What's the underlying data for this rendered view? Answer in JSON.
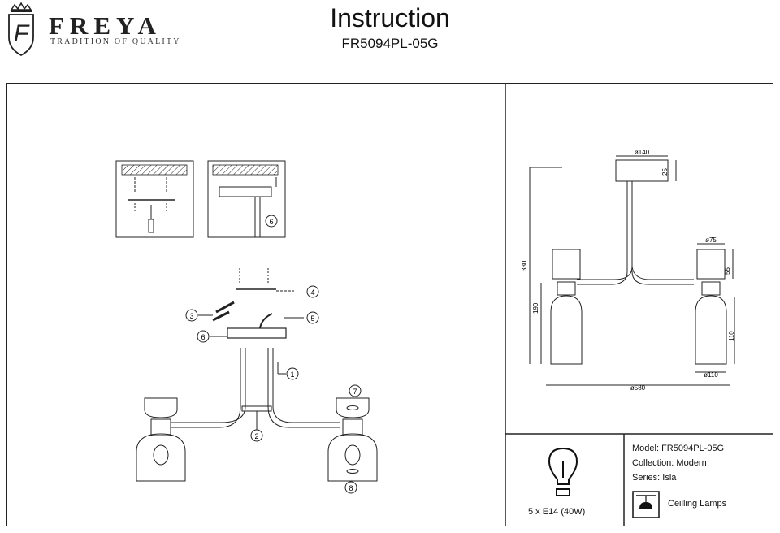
{
  "brand": {
    "name": "FREYA",
    "tagline": "TRADITION OF QUALITY",
    "logo_letter": "F"
  },
  "header": {
    "title": "Instruction",
    "model": "FR5094PL-05G"
  },
  "diagram": {
    "callouts": [
      "1",
      "2",
      "3",
      "4",
      "5",
      "6",
      "7",
      "8"
    ]
  },
  "dimensions": {
    "canopy_diameter": "ø140",
    "canopy_height": "25",
    "overall_height": "330",
    "arm_height": "190",
    "cup_diameter": "ø75",
    "cup_height": "55",
    "shade_height": "110",
    "shade_diameter": "ø110",
    "overall_width": "ø580"
  },
  "bulb": {
    "label": "5 x E14 (40W)"
  },
  "specs": {
    "model": "Model: FR5094PL-05G",
    "collection": "Collection: Modern",
    "series": "Series: Isla",
    "category": "Ceilling Lamps"
  }
}
